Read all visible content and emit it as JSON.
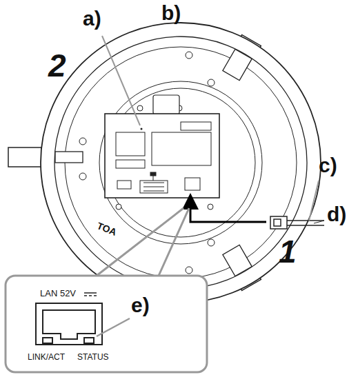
{
  "diagram": {
    "labels": [
      "a)",
      "b)",
      "c)",
      "d)",
      "e)",
      "2",
      "1",
      "TOA",
      "LAN 52V",
      "LINK/ACT",
      "STATUS"
    ]
  }
}
